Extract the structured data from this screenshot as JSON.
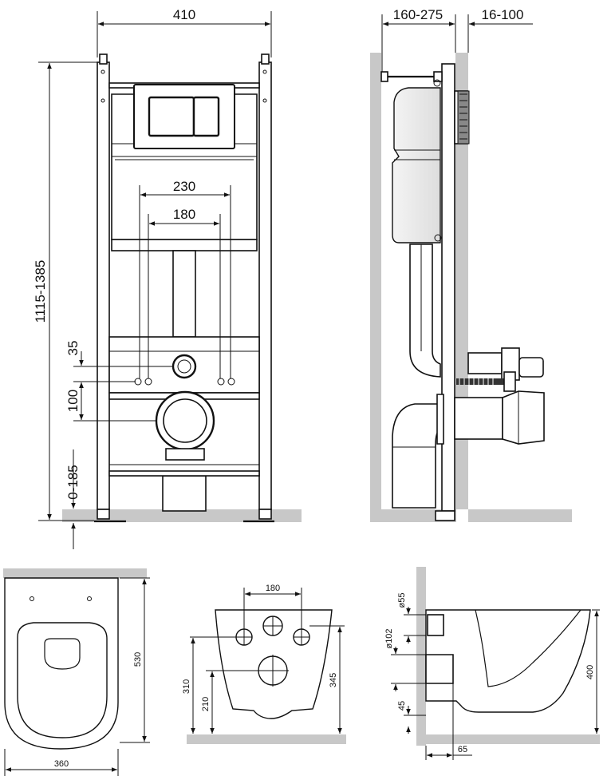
{
  "front_view": {
    "frame_width": "410",
    "height_range": "1115-1385",
    "bolt_spacing_outer": "230",
    "bolt_spacing_inner": "180",
    "dim_35": "35",
    "dim_100": "100",
    "foot_adjust": "0-185"
  },
  "side_view": {
    "wall_depth": "160-275",
    "wall_thickness": "16-100"
  },
  "bowl_top_view": {
    "length": "530",
    "width": "360"
  },
  "bowl_back_view": {
    "bolt_spacing": "180",
    "height_345": "345",
    "height_310": "310",
    "height_210": "210"
  },
  "bowl_side_view": {
    "inlet_diameter": "ø55",
    "outlet_diameter": "ø102",
    "height": "400",
    "dim_45": "45",
    "dim_65": "65"
  }
}
